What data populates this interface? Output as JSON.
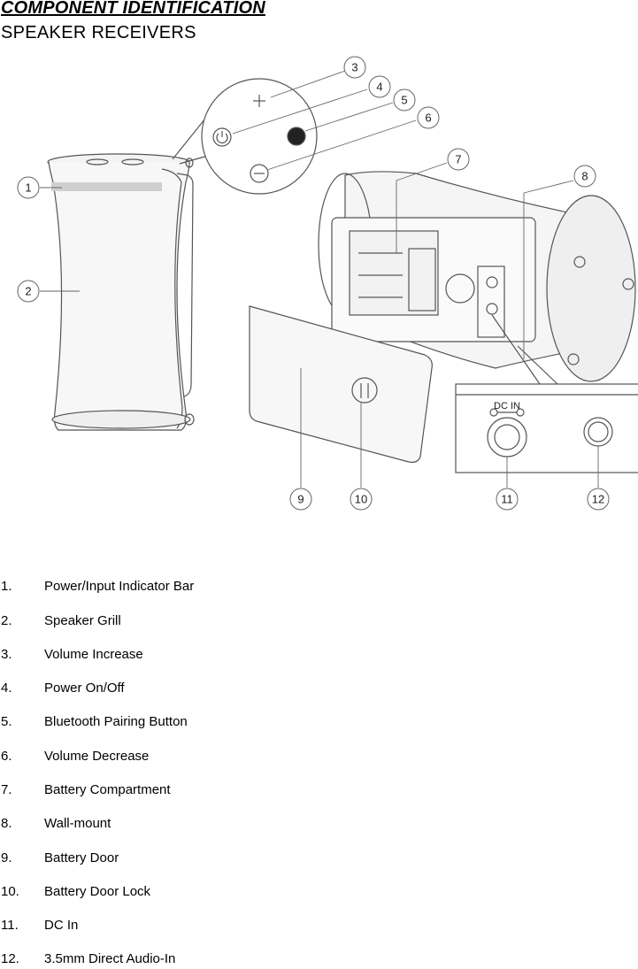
{
  "heading": "COMPONENT IDENTIFICATION",
  "subheading": "SPEAKER RECEIVERS",
  "figure": {
    "callouts": [
      "1",
      "2",
      "3",
      "4",
      "5",
      "6",
      "7",
      "8",
      "9",
      "10",
      "11",
      "12"
    ],
    "dc_in_label": "DC IN"
  },
  "parts": [
    {
      "num": "1.",
      "label": "Power/Input Indicator Bar"
    },
    {
      "num": "2.",
      "label": "Speaker Grill"
    },
    {
      "num": "3.",
      "label": "Volume Increase"
    },
    {
      "num": "4.",
      "label": "Power On/Off"
    },
    {
      "num": "5.",
      "label": "Bluetooth Pairing Button"
    },
    {
      "num": "6.",
      "label": "Volume Decrease"
    },
    {
      "num": "7.",
      "label": "Battery Compartment"
    },
    {
      "num": "8.",
      "label": "Wall-mount"
    },
    {
      "num": "9.",
      "label": "Battery Door"
    },
    {
      "num": "10.",
      "label": "Battery Door Lock"
    },
    {
      "num": "11.",
      "label": "DC In"
    },
    {
      "num": "12.",
      "label": "3.5mm Direct Audio-In"
    }
  ]
}
